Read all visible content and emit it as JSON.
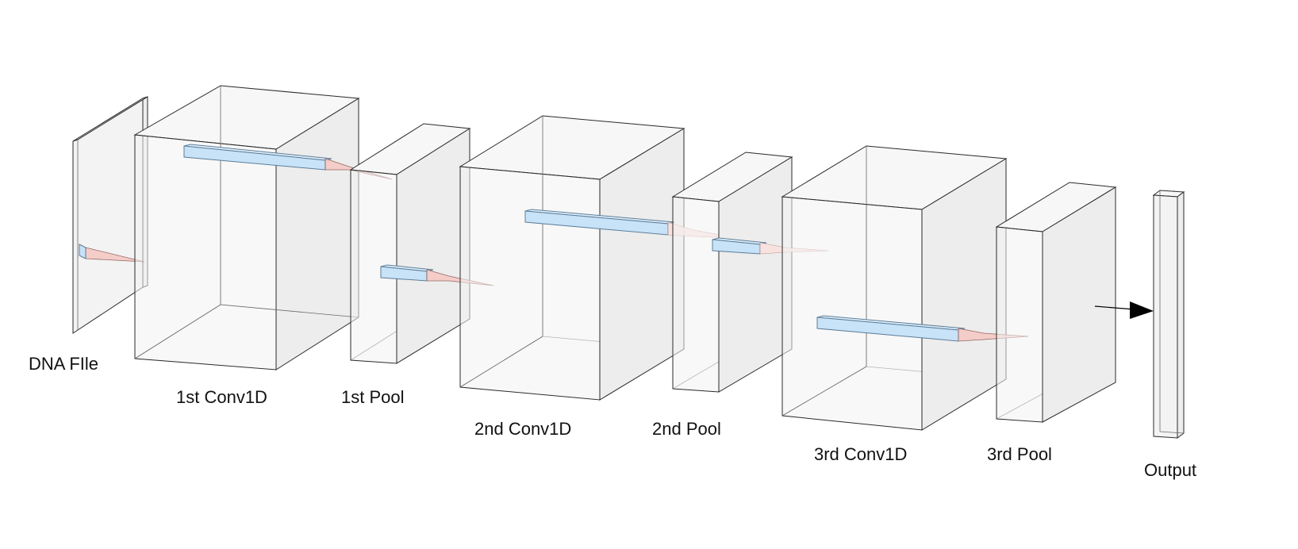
{
  "diagram": {
    "labels": {
      "input": "DNA FIle",
      "conv1": "1st Conv1D",
      "pool1": "1st Pool",
      "conv2": "2nd Conv1D",
      "pool2": "2nd Pool",
      "conv3": "3rd Conv1D",
      "pool3": "3rd Pool",
      "output": "Output"
    },
    "colors": {
      "box_fill": "#f3f3f3",
      "box_edge": "#2a2a2a",
      "kernel_fill": "#c8e2f7",
      "receptive_field_fill": "#f5c9c4",
      "arrow": "#000000"
    }
  }
}
